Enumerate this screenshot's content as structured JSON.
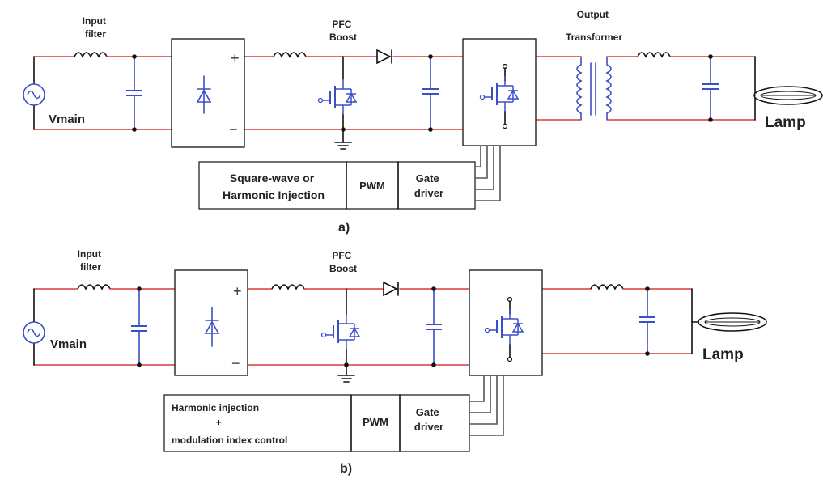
{
  "diagram_a": {
    "input_filter_label": "Input\nfilter",
    "source_label": "Vmain",
    "pfc_label": "PFC\nBoost",
    "transformer_label": "Output\nTransformer",
    "lamp_label": "Lamp",
    "control_block": {
      "modulation": "Square-wave or\nHarmonic Injection",
      "pwm": "PWM",
      "gate_driver": "Gate\ndriver"
    },
    "caption": "a)"
  },
  "diagram_b": {
    "input_filter_label": "Input\nfilter",
    "source_label": "Vmain",
    "pfc_label": "PFC\nBoost",
    "lamp_label": "Lamp",
    "control_block": {
      "modulation": "Harmonic injection\n+\nmodulation index control",
      "pwm": "PWM",
      "gate_driver": "Gate\ndriver"
    },
    "caption": "b)"
  },
  "colors": {
    "positive_rail": "#d93a3a",
    "wire": "#111111",
    "component": "#3a4fc8"
  }
}
